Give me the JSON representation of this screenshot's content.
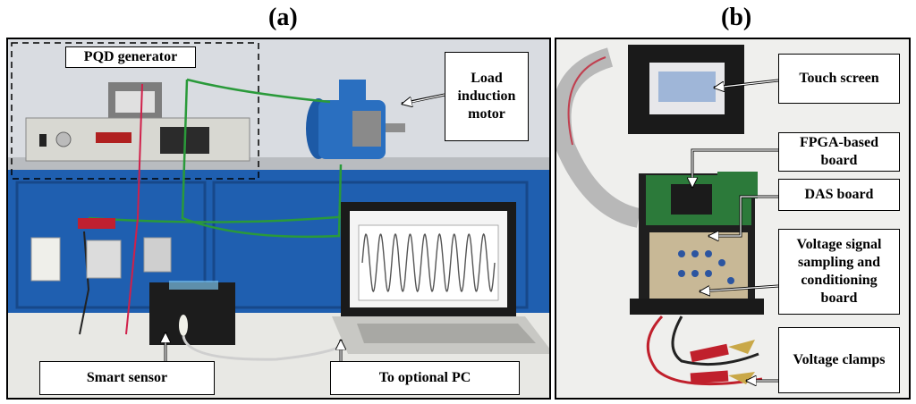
{
  "panel_a": {
    "letter": "(a)",
    "labels": {
      "pqd_generator": "PQD generator",
      "load_motor": "Load induction motor",
      "smart_sensor": "Smart sensor",
      "optional_pc": "To optional PC"
    }
  },
  "panel_b": {
    "letter": "(b)",
    "labels": {
      "touch_screen": "Touch screen",
      "fpga_board": "FPGA-based board",
      "das_board": "DAS board",
      "voltage_board": "Voltage signal sampling and conditioning board",
      "voltage_clamps": "Voltage clamps"
    }
  },
  "colors": {
    "wall": "#d9dce1",
    "blue_panel": "#1f5fb0",
    "motor_blue": "#2a6fc0",
    "bench": "#e8e8e4",
    "wire_green": "#2a9a3a",
    "wire_red": "#d0204a",
    "board_green": "#2c7a3a",
    "sine": "#555555"
  }
}
